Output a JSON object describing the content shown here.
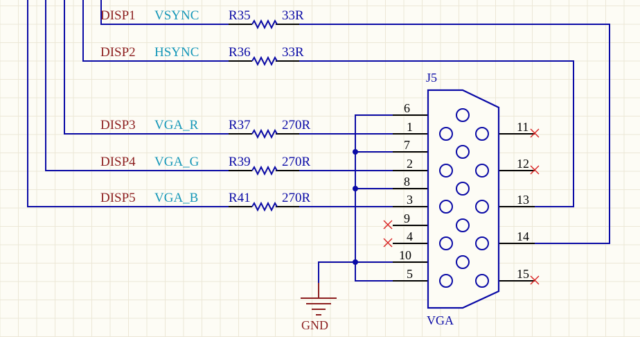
{
  "nets": [
    {
      "label": "DISP1",
      "signal": "VSYNC",
      "designator": "R35",
      "value": "33R"
    },
    {
      "label": "DISP2",
      "signal": "HSYNC",
      "designator": "R36",
      "value": "33R"
    },
    {
      "label": "DISP3",
      "signal": "VGA_R",
      "designator": "R37",
      "value": "270R"
    },
    {
      "label": "DISP4",
      "signal": "VGA_G",
      "designator": "R39",
      "value": "270R"
    },
    {
      "label": "DISP5",
      "signal": "VGA_B",
      "designator": "R41",
      "value": "270R"
    }
  ],
  "connector": {
    "designator": "J5",
    "comment": "VGA",
    "left_pins": [
      "6",
      "1",
      "7",
      "2",
      "8",
      "3",
      "9",
      "4",
      "10",
      "5"
    ],
    "right_pins": [
      "11",
      "12",
      "13",
      "14",
      "15"
    ]
  },
  "ground": {
    "label": "GND"
  }
}
